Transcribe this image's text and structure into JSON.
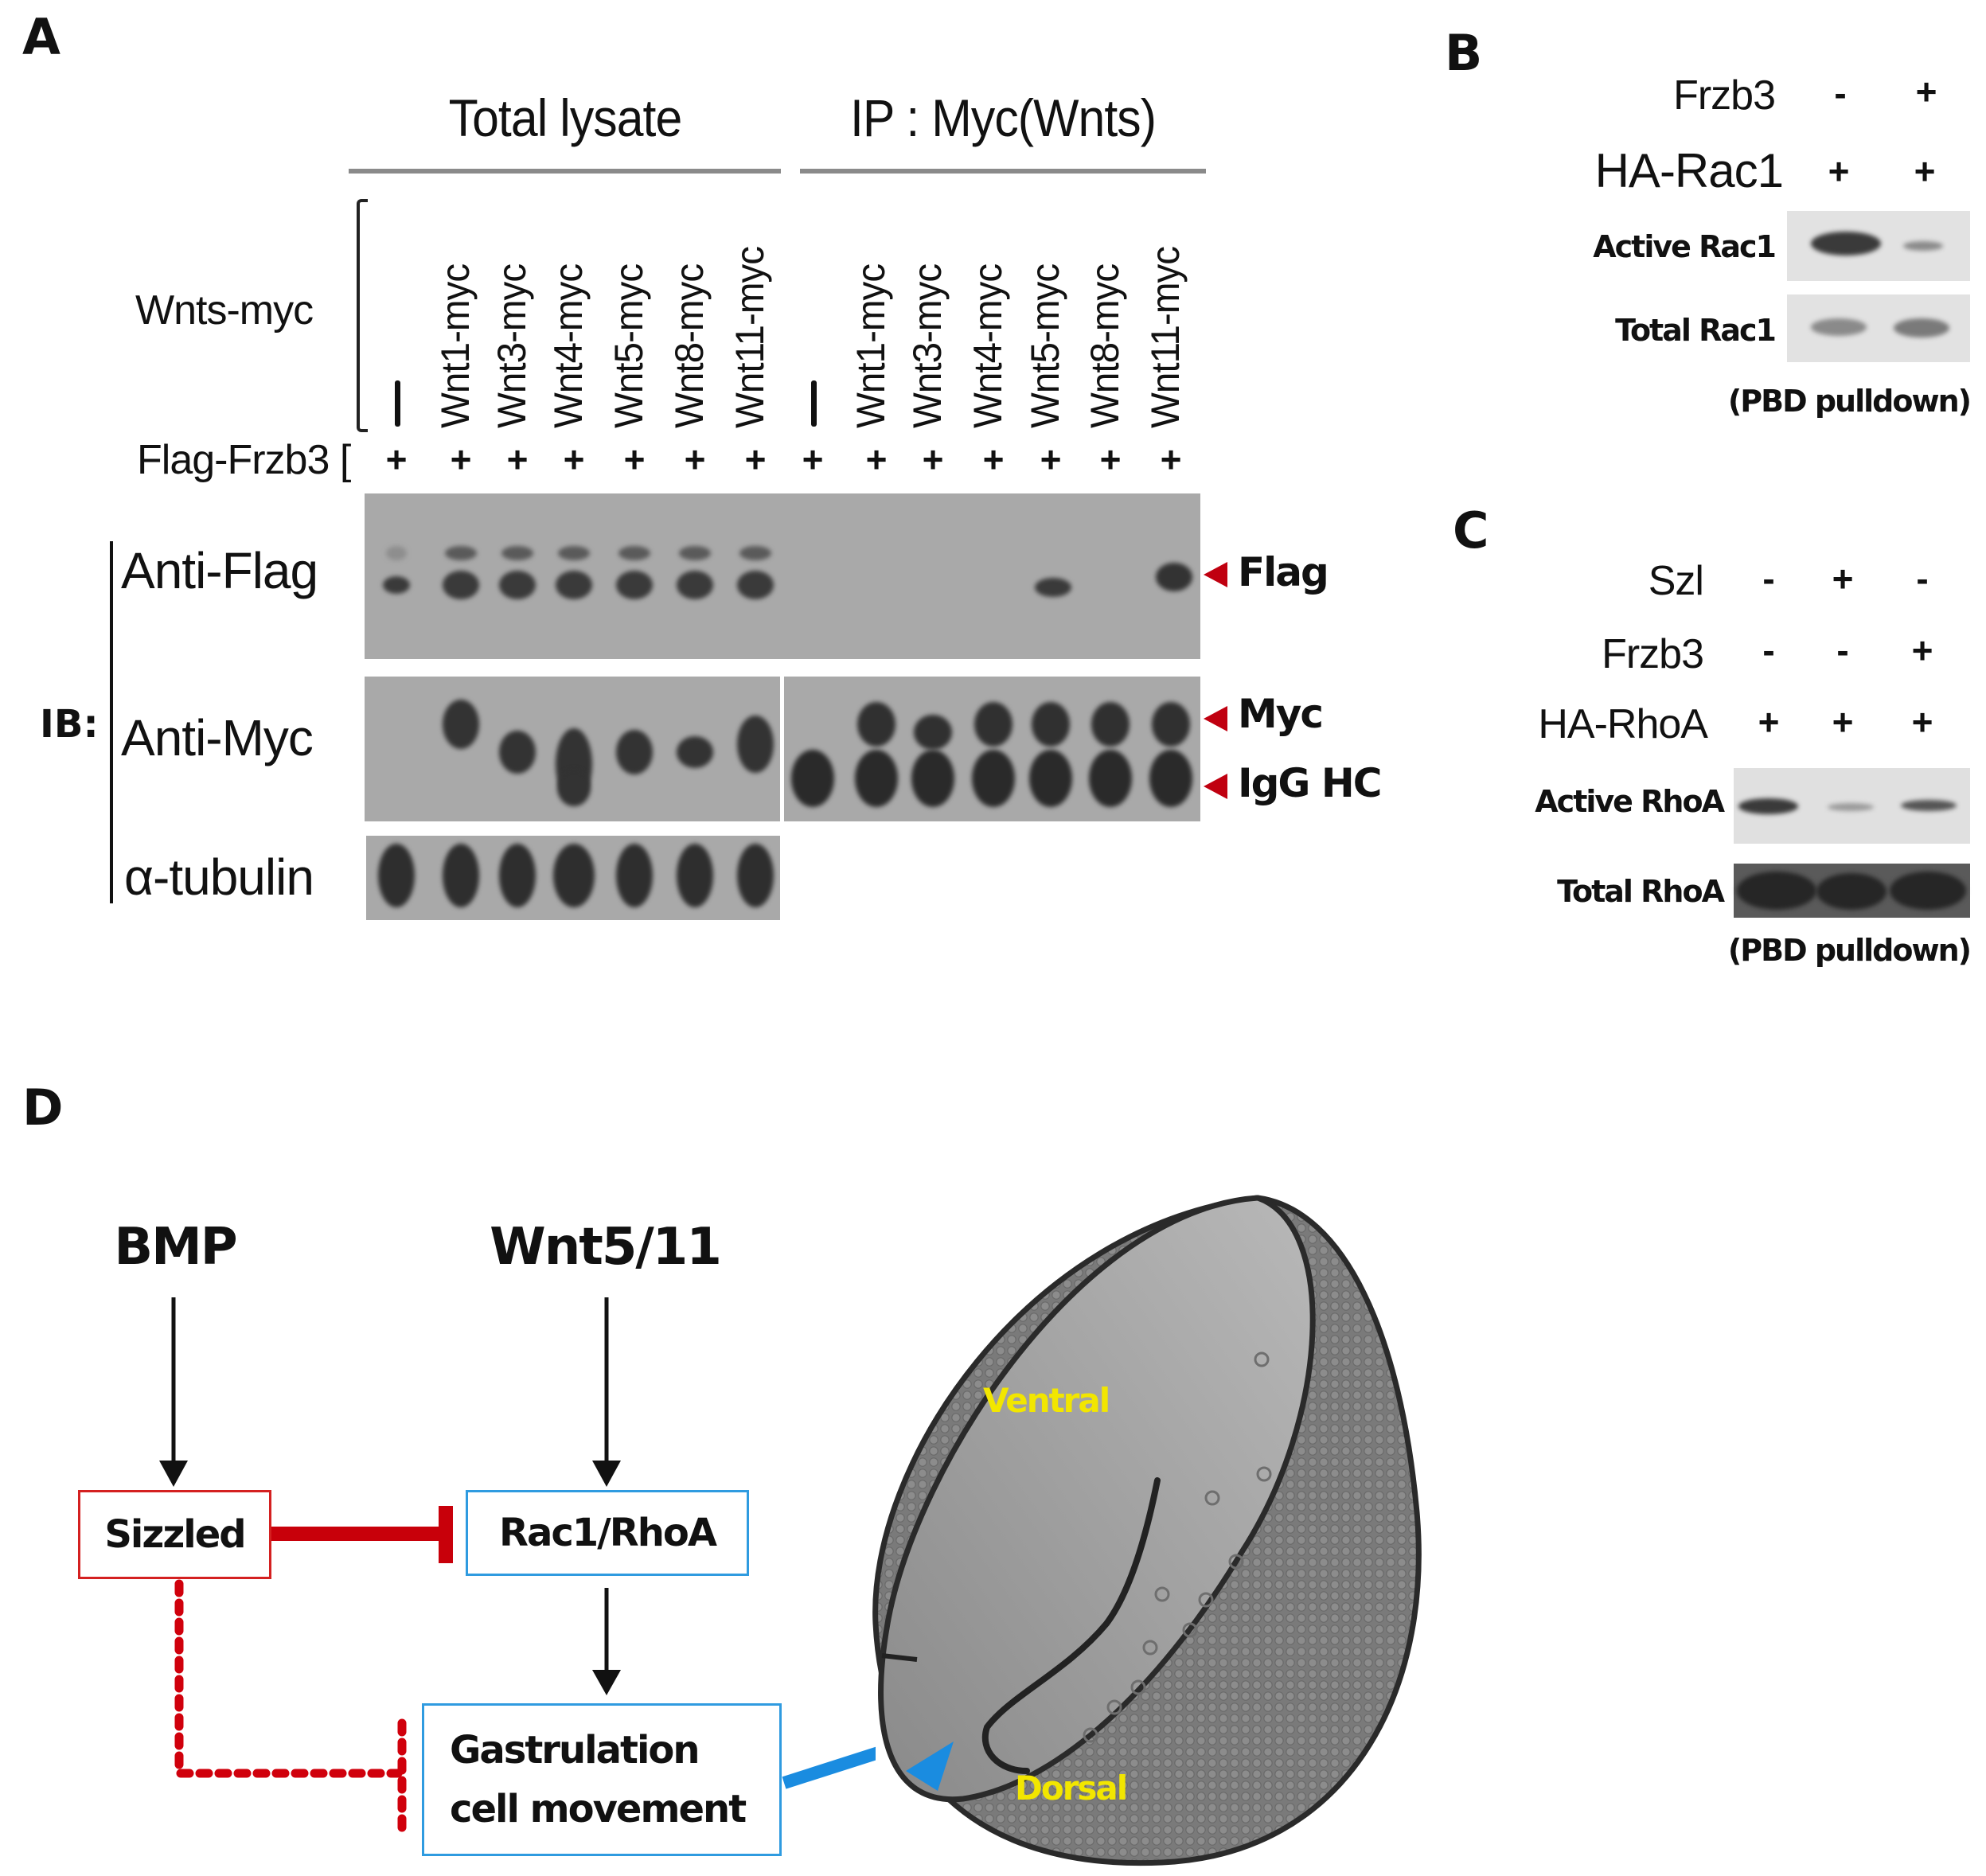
{
  "colors": {
    "inhibition_red": "#c8000a",
    "node_blue": "#2f9be0",
    "node_red": "#d42020",
    "marker_arrow_red": "#c00010",
    "embryo_label_yellow": "#f2e600",
    "movement_arrow_blue": "#1a8ce0"
  },
  "panelA": {
    "letter": "A",
    "group_headers": [
      "Total lysate",
      "IP : Myc(Wnts)"
    ],
    "wnts_label": "Wnts-myc",
    "flag_label": "Flag-Frzb3 [",
    "lanes": [
      {
        "wnt": "—",
        "frzb3": "+"
      },
      {
        "wnt": "Wnt1-myc",
        "frzb3": "+"
      },
      {
        "wnt": "Wnt3-myc",
        "frzb3": "+"
      },
      {
        "wnt": "Wnt4-myc",
        "frzb3": "+"
      },
      {
        "wnt": "Wnt5-myc",
        "frzb3": "+"
      },
      {
        "wnt": "Wnt8-myc",
        "frzb3": "+"
      },
      {
        "wnt": "Wnt11-myc",
        "frzb3": "+"
      },
      {
        "wnt": "—",
        "frzb3": "+"
      },
      {
        "wnt": "Wnt1-myc",
        "frzb3": "+"
      },
      {
        "wnt": "Wnt3-myc",
        "frzb3": "+"
      },
      {
        "wnt": "Wnt4-myc",
        "frzb3": "+"
      },
      {
        "wnt": "Wnt5-myc",
        "frzb3": "+"
      },
      {
        "wnt": "Wnt8-myc",
        "frzb3": "+"
      },
      {
        "wnt": "Wnt11-myc",
        "frzb3": "+"
      }
    ],
    "ib_label": "IB:",
    "blots": [
      {
        "antibody": "Anti-Flag",
        "markers": [
          "Flag"
        ]
      },
      {
        "antibody": "Anti-Myc",
        "markers": [
          "Myc",
          "IgG HC"
        ]
      },
      {
        "antibody": "α-tubulin",
        "markers": []
      }
    ]
  },
  "panelB": {
    "letter": "B",
    "conditions": [
      {
        "label": "Frzb3",
        "values": [
          "-",
          "+"
        ]
      },
      {
        "label": "HA-Rac1",
        "values": [
          "+",
          "+"
        ]
      }
    ],
    "blots": [
      "Active Rac1",
      "Total Rac1"
    ],
    "footnote": "(PBD pulldown)"
  },
  "panelC": {
    "letter": "C",
    "conditions": [
      {
        "label": "Szl",
        "values": [
          "-",
          "+",
          "-"
        ]
      },
      {
        "label": "Frzb3",
        "values": [
          "-",
          "-",
          "+"
        ]
      },
      {
        "label": "HA-RhoA",
        "values": [
          "+",
          "+",
          "+"
        ]
      }
    ],
    "blots": [
      "Active RhoA",
      "Total RhoA"
    ],
    "footnote": "(PBD pulldown)"
  },
  "panelD": {
    "letter": "D",
    "inputs": [
      "BMP",
      "Wnt5/11"
    ],
    "nodes": {
      "sizzled": "Sizzled",
      "rac_rho": "Rac1/RhoA",
      "gastrulation_line1": "Gastrulation",
      "gastrulation_line2": "cell movement"
    },
    "edges": [
      {
        "from": "BMP",
        "to": "Sizzled",
        "type": "activation"
      },
      {
        "from": "Wnt5/11",
        "to": "Rac1/RhoA",
        "type": "activation"
      },
      {
        "from": "Sizzled",
        "to": "Rac1/RhoA",
        "type": "inhibition"
      },
      {
        "from": "Rac1/RhoA",
        "to": "Gastrulation cell movement",
        "type": "activation"
      },
      {
        "from": "Sizzled",
        "to": "Gastrulation cell movement",
        "type": "inhibition-dotted"
      }
    ],
    "embryo_labels": [
      "Ventral",
      "Dorsal"
    ]
  }
}
